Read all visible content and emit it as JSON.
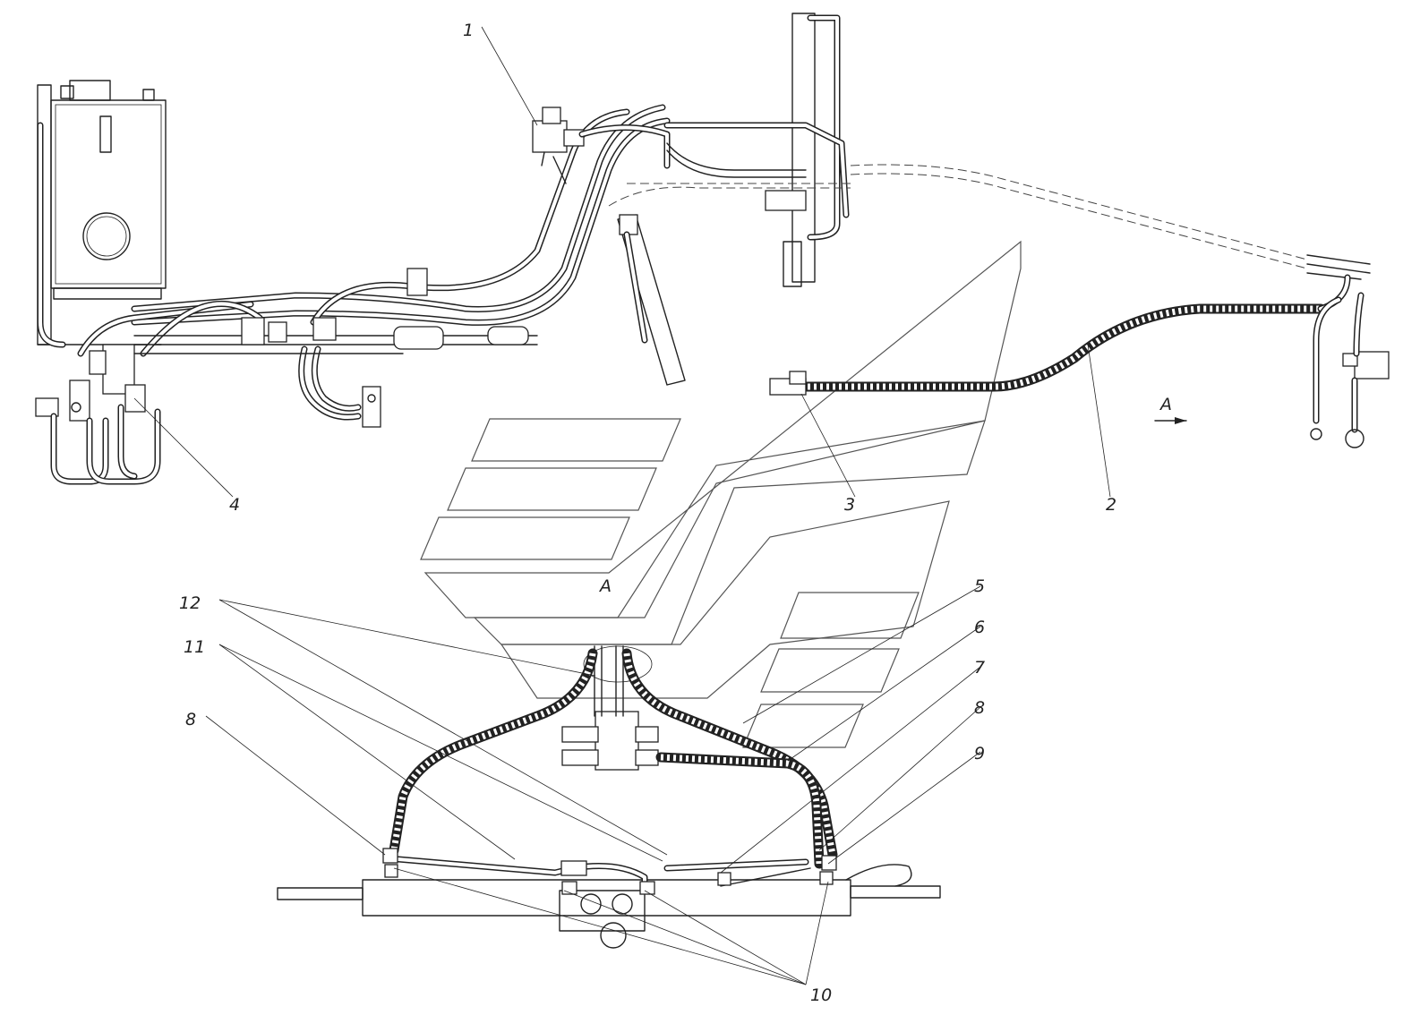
{
  "callouts": {
    "c1": "1",
    "c2": "2",
    "c3": "3",
    "c4": "4",
    "c5": "5",
    "c6": "6",
    "c7": "7",
    "c8_left": "8",
    "c8_right": "8",
    "c9": "9",
    "c10": "10",
    "c11": "11",
    "c12": "12"
  },
  "view_labels": {
    "arrow_A": "A",
    "section_A": "A"
  }
}
